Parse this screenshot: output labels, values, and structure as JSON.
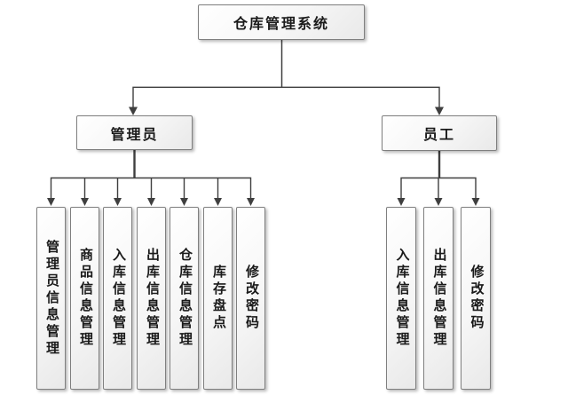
{
  "root": {
    "label": "仓库管理系统"
  },
  "branches": [
    {
      "label": "管理员",
      "children": [
        {
          "label": "管理员信息管理"
        },
        {
          "label": "商品信息管理"
        },
        {
          "label": "入库信息管理"
        },
        {
          "label": "出库信息管理"
        },
        {
          "label": "仓库信息管理"
        },
        {
          "label": "库存盘点"
        },
        {
          "label": "修改密码"
        }
      ]
    },
    {
      "label": "员工",
      "children": [
        {
          "label": "入库信息管理"
        },
        {
          "label": "出库信息管理"
        },
        {
          "label": "修改密码"
        }
      ]
    }
  ],
  "colors": {
    "line": "#3f3f3f",
    "box_border": "#7f7f7f",
    "box_fill_start": "#ffffff",
    "box_fill_end": "#e9e9e9",
    "background": "#ffffff"
  }
}
